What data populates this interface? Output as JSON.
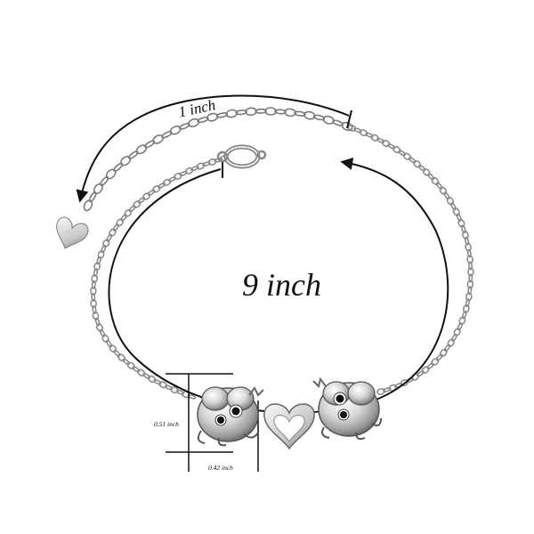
{
  "labels": {
    "extender_length": "1 inch",
    "bracelet_length": "9 inch",
    "charm_height": "0.51 inch",
    "charm_width": "0.42 inch"
  },
  "colors": {
    "background": "#ffffff",
    "silver_dark": "#6e6e6e",
    "silver_mid": "#a9a9a9",
    "silver_light": "#e6e6e6",
    "arrow": "#111111"
  },
  "icons": {
    "charm_left": "frog-icon",
    "charm_center": "heart-icon",
    "charm_right": "frog-icon",
    "tag": "heart-tag-icon",
    "clasp": "lobster-clasp-icon"
  }
}
